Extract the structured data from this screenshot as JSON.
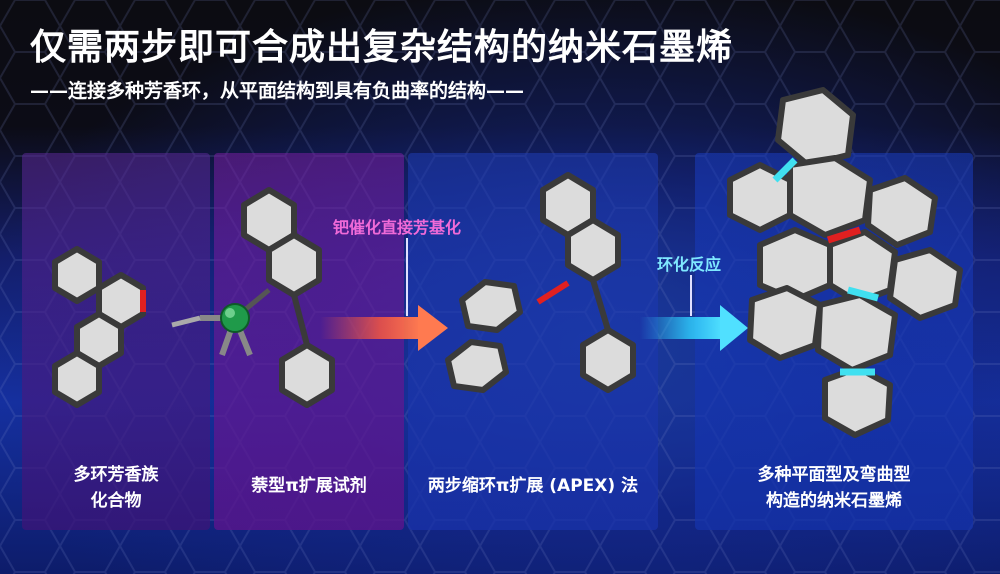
{
  "header": {
    "title": "仅需两步即可合成出复杂结构的纳米石墨烯",
    "subtitle": "——连接多种芳香环，从平面结构到具有负曲率的结构——"
  },
  "panels": [
    {
      "label_line1": "多环芳香族",
      "label_line2": "化合物"
    },
    {
      "label_line1": "萘型π扩展试剂",
      "label_line2": ""
    },
    {
      "label_line1": "两步缩环π扩展 (APEX) 法",
      "label_line2": ""
    },
    {
      "label_line1": "多种平面型及弯曲型",
      "label_line2": "构造的纳米石墨烯"
    }
  ],
  "steps": {
    "step1": "钯催化直接芳基化",
    "step2": "环化反应"
  },
  "colors": {
    "step1_text": "#f06ad8",
    "step2_text": "#7fe8ff",
    "arrow1": "#ff5a3c",
    "arrow2": "#2fd0ff",
    "new_bond_red": "#e02020",
    "new_bond_cyan": "#40e0f0",
    "ring_fill": "#d9d9d9",
    "ring_stroke": "#3a3a3a"
  }
}
